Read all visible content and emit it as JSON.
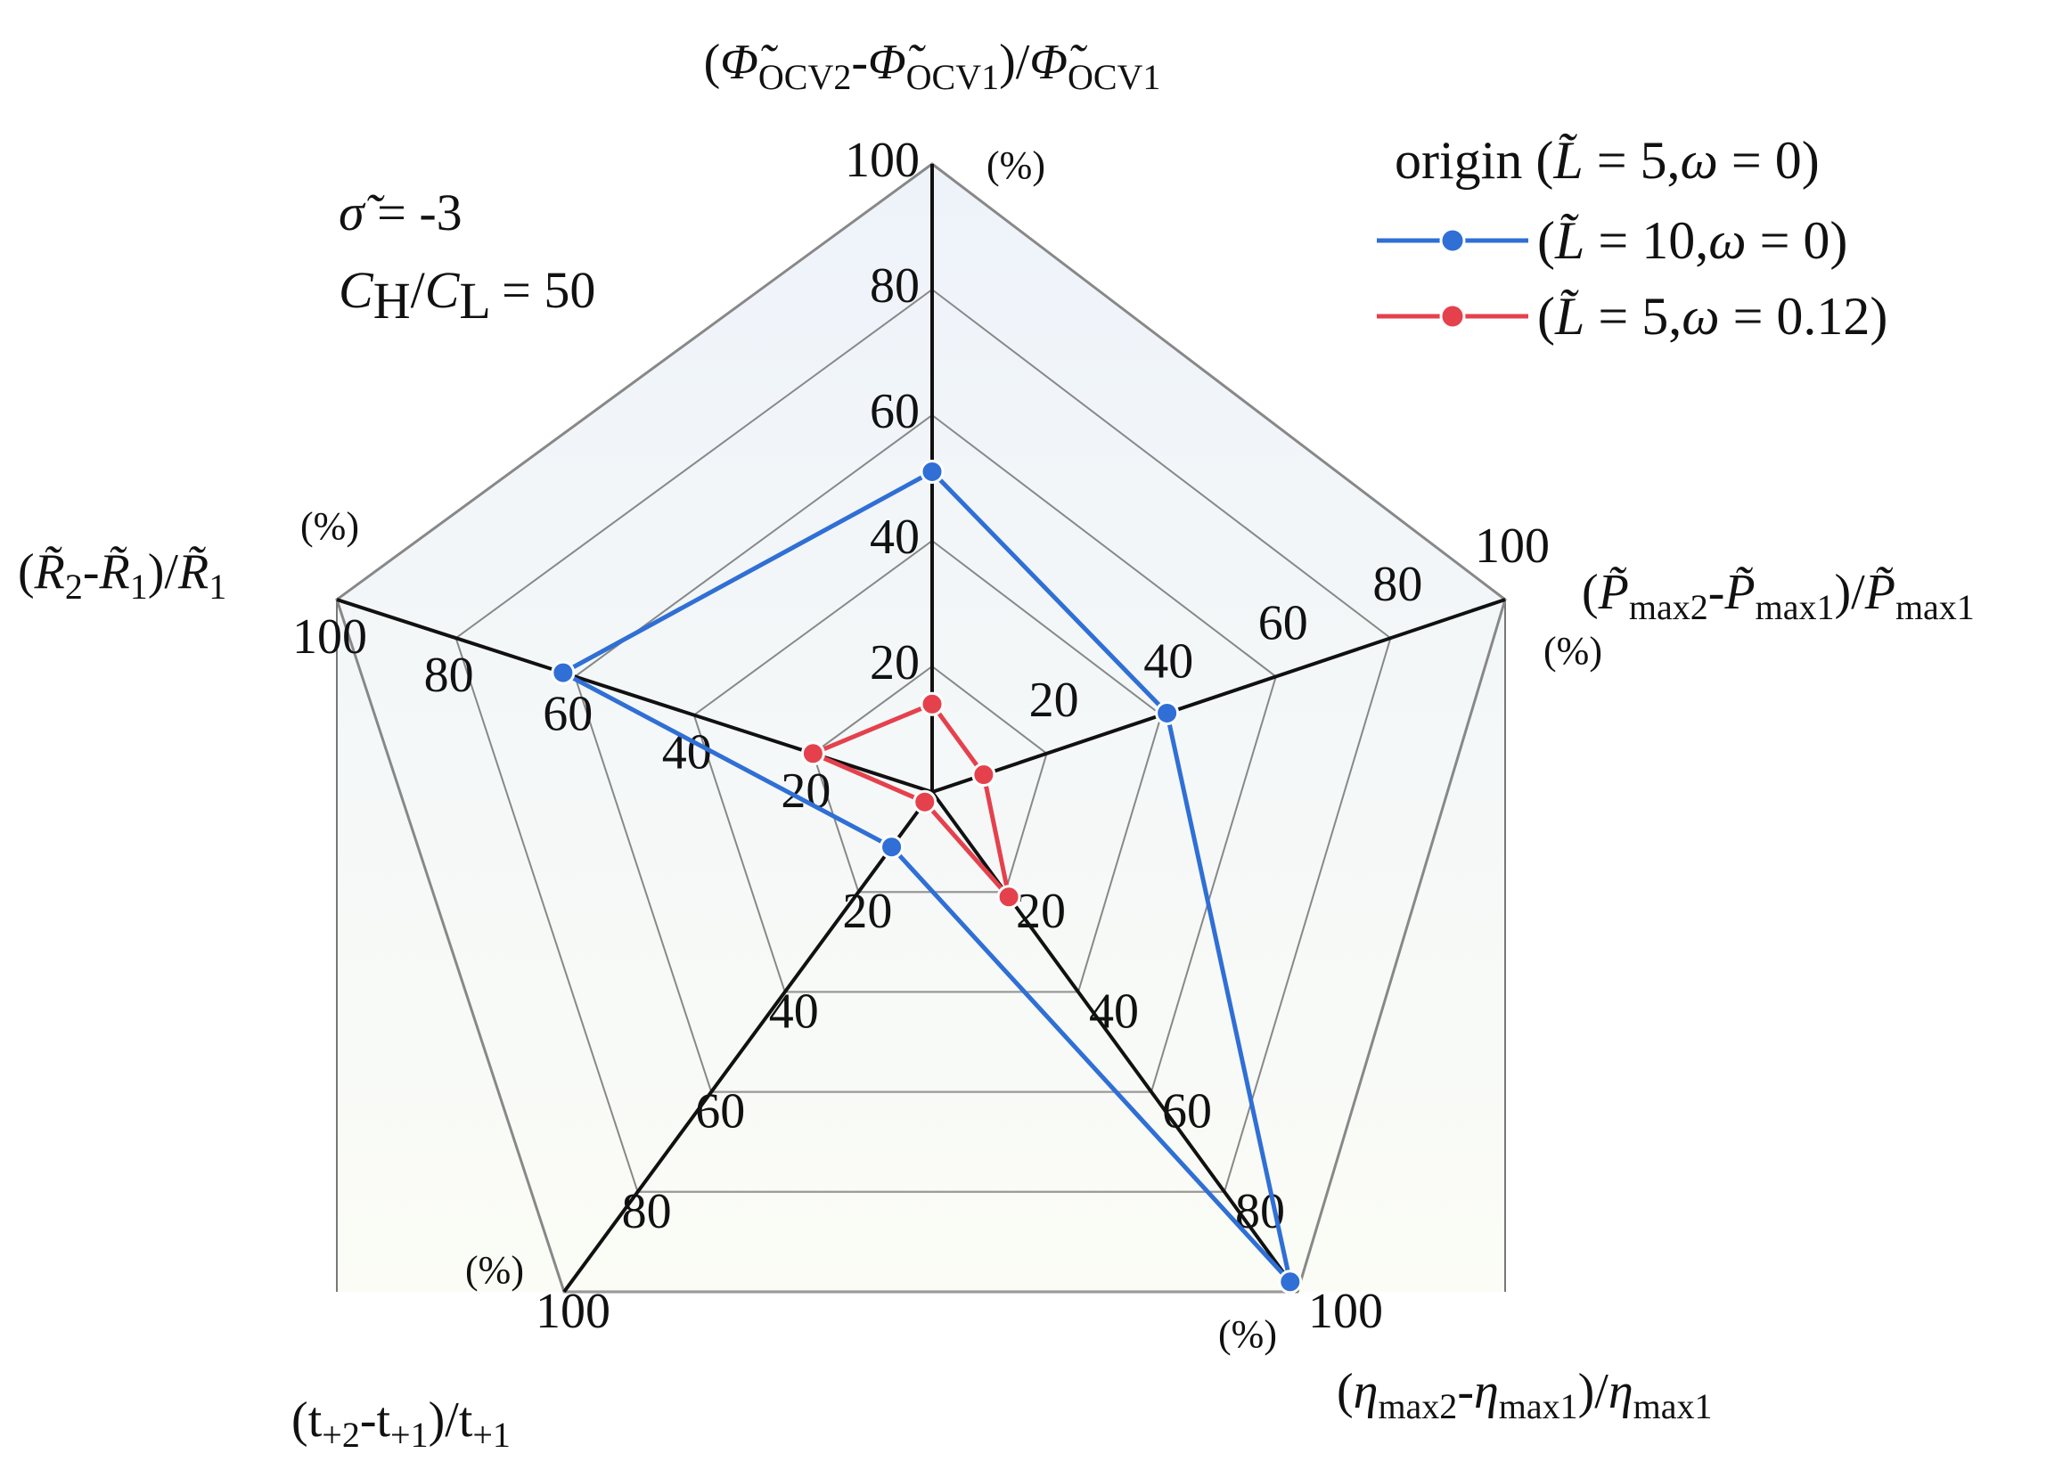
{
  "chart_data": {
    "type": "radar",
    "title": "",
    "scale": {
      "min": 0,
      "max": 100,
      "step": 20,
      "ticks": [
        "20",
        "40",
        "60",
        "80",
        "100"
      ]
    },
    "axes": [
      {
        "key": "ocv",
        "parts": [
          [
            "(",
            ""
          ],
          [
            "Φ̃",
            "i"
          ],
          [
            "OCV2",
            "sub"
          ],
          [
            "-",
            ""
          ],
          [
            "Φ̃",
            "i"
          ],
          [
            "OCV1",
            "sub"
          ],
          [
            ")/",
            ""
          ],
          [
            "Φ̃",
            "i"
          ],
          [
            "OCV1",
            "sub"
          ]
        ],
        "unit": "(%)"
      },
      {
        "key": "pmax",
        "parts": [
          [
            "(",
            ""
          ],
          [
            "P̃",
            "i"
          ],
          [
            "max2",
            "sub"
          ],
          [
            "-",
            ""
          ],
          [
            "P̃",
            "i"
          ],
          [
            "max1",
            "sub"
          ],
          [
            ")/",
            ""
          ],
          [
            "P̃",
            "i"
          ],
          [
            "max1",
            "sub"
          ]
        ],
        "unit": "(%)"
      },
      {
        "key": "eta",
        "parts": [
          [
            "(",
            ""
          ],
          [
            "η",
            "i"
          ],
          [
            "max2",
            "sub"
          ],
          [
            "-",
            ""
          ],
          [
            "η",
            "i"
          ],
          [
            "max1",
            "sub"
          ],
          [
            ")/",
            ""
          ],
          [
            "η",
            "i"
          ],
          [
            "max1",
            "sub"
          ]
        ],
        "unit": "(%)"
      },
      {
        "key": "tplus",
        "parts": [
          [
            "(t",
            ""
          ],
          [
            "+2",
            "sub"
          ],
          [
            "-t",
            ""
          ],
          [
            "+1",
            "sub"
          ],
          [
            ")/t",
            ""
          ],
          [
            "+1",
            "sub"
          ]
        ],
        "unit": "(%)"
      },
      {
        "key": "resist",
        "parts": [
          [
            "(",
            ""
          ],
          [
            "R̃",
            "i"
          ],
          [
            "2",
            "sub"
          ],
          [
            "-",
            ""
          ],
          [
            "R̃",
            "i"
          ],
          [
            "1",
            "sub"
          ],
          [
            ")/",
            ""
          ],
          [
            "R̃",
            "i"
          ],
          [
            "1",
            "sub"
          ]
        ],
        "unit": "(%)"
      }
    ],
    "series": [
      {
        "name": "origin (L̃ = 5, ω = 0)",
        "name_parts": [
          [
            "origin (",
            ""
          ],
          [
            "L̃",
            "i"
          ],
          [
            " = 5,",
            ""
          ],
          [
            "ω",
            "i"
          ],
          [
            " = 0)",
            ""
          ]
        ],
        "color": "",
        "values": [
          0,
          0,
          0,
          0,
          0
        ],
        "marker": false
      },
      {
        "name": "(L̃ = 10, ω = 0)",
        "name_parts": [
          [
            "(",
            ""
          ],
          [
            "L̃",
            "i"
          ],
          [
            " = 10,",
            ""
          ],
          [
            "ω",
            "i"
          ],
          [
            " = 0)",
            ""
          ]
        ],
        "color": "#2f6fd6",
        "values": [
          51,
          41,
          98,
          11,
          62
        ],
        "marker": true
      },
      {
        "name": "(L̃ = 5, ω = 0.12)",
        "name_parts": [
          [
            "(",
            ""
          ],
          [
            "L̃",
            "i"
          ],
          [
            " = 5,",
            ""
          ],
          [
            "ω",
            "i"
          ],
          [
            " = 0.12)",
            ""
          ]
        ],
        "color": "#e5414d",
        "values": [
          14,
          9,
          21,
          2,
          20
        ],
        "marker": true
      }
    ],
    "annotations": [
      [
        [
          "σ̃",
          "i"
        ],
        [
          " = -3",
          ""
        ]
      ],
      [
        [
          "C",
          "i"
        ],
        [
          "H",
          "sub"
        ],
        [
          "/",
          ""
        ],
        [
          "C",
          "i"
        ],
        [
          "L",
          "sub"
        ],
        [
          " = 50",
          ""
        ]
      ]
    ],
    "legend_position": "top-right",
    "grid": true
  }
}
